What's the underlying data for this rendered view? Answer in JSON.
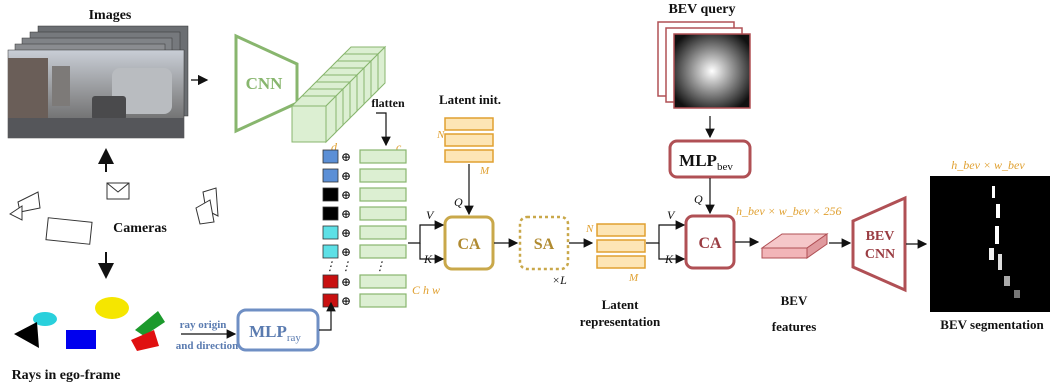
{
  "labels": {
    "images": "Images",
    "cnn": "CNN",
    "flatten": "flatten",
    "latent_init": "Latent init.",
    "bev_query": "BEV query",
    "mlp_bev_main": "MLP",
    "mlp_bev_sub": "bev",
    "cameras": "Cameras",
    "rays": "Rays in ego-frame",
    "ray_origin": "ray origin",
    "and_direction": "and direction",
    "mlp_ray_main": "MLP",
    "mlp_ray_sub": "ray",
    "ca": "CA",
    "sa": "SA",
    "times_L": "×L",
    "latent_rep_1": "Latent",
    "latent_rep_2": "representation",
    "bev_features_1": "BEV",
    "bev_features_2": "features",
    "bev_cnn_1": "BEV",
    "bev_cnn_2": "CNN",
    "bev_segmentation": "BEV segmentation",
    "d": "d",
    "c": "c",
    "N": "N",
    "M": "M",
    "Q": "Q",
    "V": "V",
    "K": "K",
    "chw": "C h w",
    "hw256": "h_bev × w_bev × 256",
    "hw": "h_bev × w_bev",
    "oplus": "⊕",
    "dots": "⋮"
  },
  "colors": {
    "green": "#88b66e",
    "green_fill": "#dcefd2",
    "orange": "#e0a030",
    "orange_fill": "#fde5b5",
    "gold": "#c9a84a",
    "red": "#b05055",
    "blue": "#6f8fc4",
    "pink": "#f2b5b8"
  },
  "token_colors": [
    "#5b8fd6",
    "#5b8fd6",
    "#000000",
    "#000000",
    "#5de0e6",
    "#5de0e6",
    "#c81010",
    "#c81010"
  ]
}
